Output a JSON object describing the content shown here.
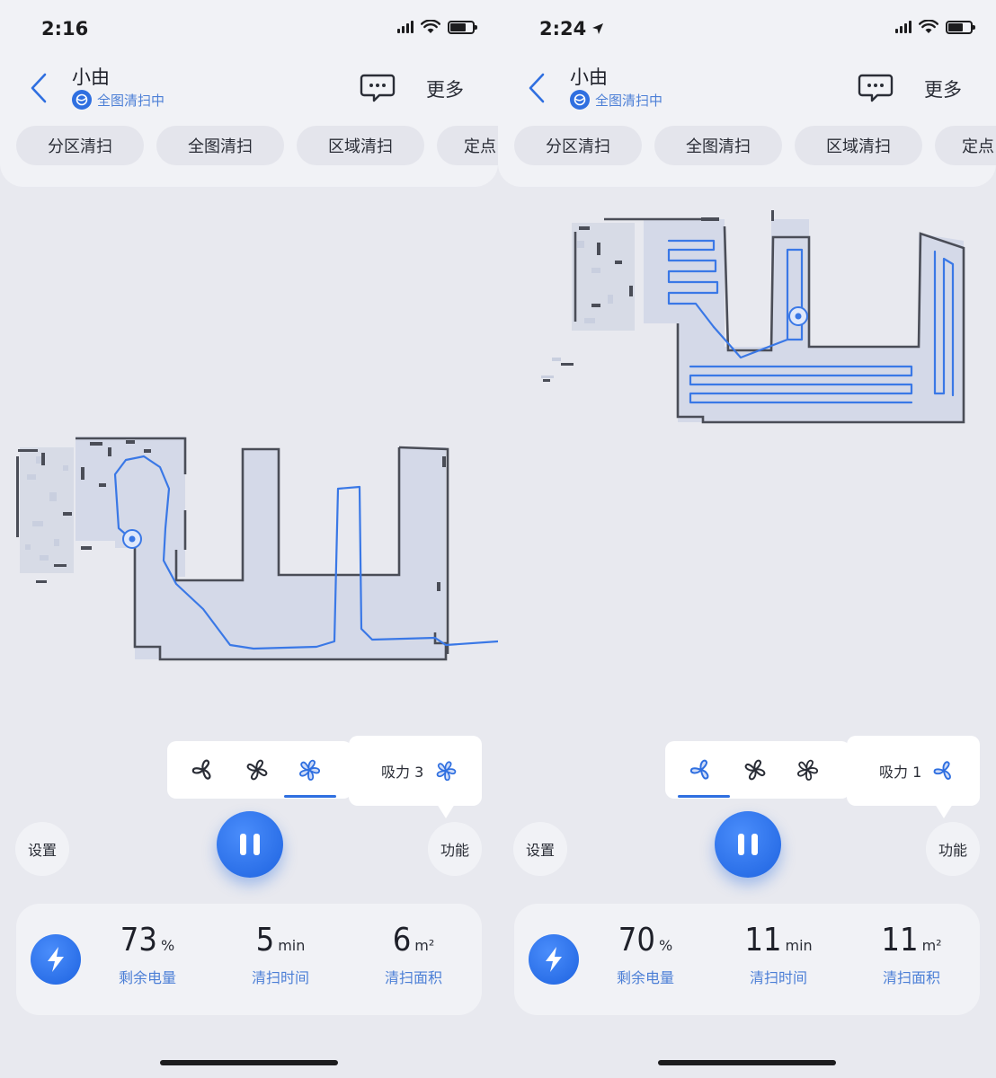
{
  "screens": [
    {
      "status_time": "2:16",
      "device_name": "小由",
      "device_status": "全图清扫中",
      "more_label": "更多",
      "mode_tabs": [
        "分区清扫",
        "全图清扫",
        "区域清扫",
        "定点"
      ],
      "suction_label": "吸力 3",
      "suction_level": 3,
      "settings_label": "设置",
      "function_label": "功能",
      "battery": {
        "value": "73",
        "unit": "%",
        "label": "剩余电量"
      },
      "time": {
        "value": "5",
        "unit": "min",
        "label": "清扫时间"
      },
      "area": {
        "value": "6",
        "unit": "m²",
        "label": "清扫面积"
      }
    },
    {
      "status_time": "2:24",
      "device_name": "小由",
      "device_status": "全图清扫中",
      "more_label": "更多",
      "mode_tabs": [
        "分区清扫",
        "全图清扫",
        "区域清扫",
        "定点"
      ],
      "suction_label": "吸力 1",
      "suction_level": 1,
      "settings_label": "设置",
      "function_label": "功能",
      "battery": {
        "value": "70",
        "unit": "%",
        "label": "剩余电量"
      },
      "time": {
        "value": "11",
        "unit": "min",
        "label": "清扫时间"
      },
      "area": {
        "value": "11",
        "unit": "m²",
        "label": "清扫面积"
      }
    }
  ],
  "colors": {
    "accent": "#2f6fe0",
    "map_fill": "#d4d9e8",
    "map_wall": "#4a4d57",
    "path": "#3a78e6"
  },
  "icons": {
    "back": "chevron-left-icon",
    "message": "chat-bubble-icon",
    "fan": "fan-icon",
    "pause": "pause-icon",
    "bolt": "lightning-icon",
    "robot": "robot-position-icon"
  }
}
